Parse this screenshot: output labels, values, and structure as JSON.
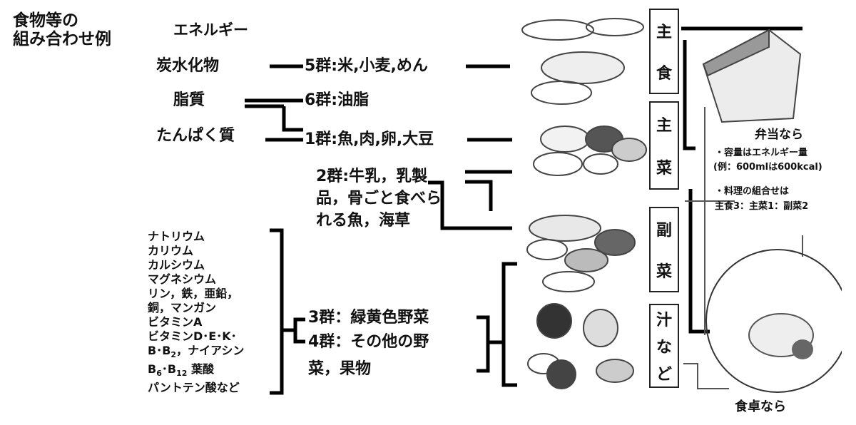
{
  "title": {
    "line1": "食物等の",
    "line2": "組み合わせ例"
  },
  "nutrients": {
    "energy": "エネルギー",
    "carbohydrate": "炭水化物",
    "fat": "脂質",
    "protein": "たんぱく質"
  },
  "groups": {
    "g5": "5群:米,小麦,めん",
    "g6": "6群:油脂",
    "g1": "1群:魚,肉,卵,大豆",
    "g2_line1": "2群:牛乳，乳製",
    "g2_line2": "品，骨ごと食べら",
    "g2_line3": "れる魚，海草",
    "g3": "3群：緑黄色野菜",
    "g4_line1": "4群：その他の野",
    "g4_line2": "菜，果物"
  },
  "minerals": {
    "l1": "ナトリウム",
    "l2": "カリウム",
    "l3": "カルシウム",
    "l4": "マグネシウム",
    "l5": "リン，鉄，亜鉛，",
    "l6": "銅，マンガン",
    "l7": "ビタミンA",
    "l8": "ビタミンD･E･K･",
    "l9a": "B･B",
    "l9sub": "2",
    "l9b": "，ナイアシン",
    "l10a": "B",
    "l10sub1": "6",
    "l10b": "･B",
    "l10sub2": "12",
    "l10c": " 葉酸",
    "l11": "パントテン酸など"
  },
  "dish_labels": {
    "staple": [
      "主",
      "食"
    ],
    "main": [
      "主",
      "菜"
    ],
    "side": [
      "副",
      "菜"
    ],
    "soup": [
      "汁",
      "な",
      "ど"
    ]
  },
  "bento": {
    "heading": "弁当なら",
    "note1": "・容量はエネルギー量",
    "note2": "(例：600mlは600kcal)",
    "note3": "・料理の組合せは",
    "note4": "主食3：主菜1：副菜2"
  },
  "table_label": "食卓なら"
}
